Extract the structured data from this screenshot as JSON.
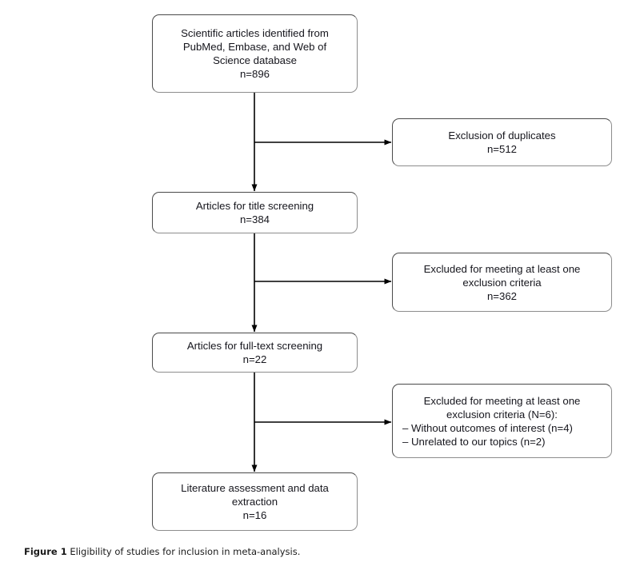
{
  "figure": {
    "caption_label": "Figure 1",
    "caption_text": "Eligibility of studies for inclusion in meta-analysis.",
    "line_color": "#000000",
    "box_border_color": "#4a4a4a",
    "text_color": "#16161d",
    "background_color": "#ffffff"
  },
  "nodes": {
    "identified": {
      "lines": [
        "Scientific articles identified from",
        "PubMed, Embase, and Web of",
        "Science database",
        "n=896"
      ],
      "count_label": "n=896",
      "count": 896
    },
    "duplicates": {
      "lines": [
        "Exclusion of duplicates",
        "n=512"
      ],
      "count_label": "n=512",
      "count": 512
    },
    "title_screening": {
      "lines": [
        "Articles for title screening",
        "n=384"
      ],
      "count_label": "n=384",
      "count": 384
    },
    "excluded_title": {
      "lines": [
        "Excluded for meeting at least one",
        "exclusion criteria",
        "n=362"
      ],
      "count_label": "n=362",
      "count": 362
    },
    "fulltext_screening": {
      "lines": [
        "Articles for full-text screening",
        "n=22"
      ],
      "count_label": "n=22",
      "count": 22
    },
    "excluded_fulltext": {
      "header_lines": [
        "Excluded for meeting at least one",
        "exclusion criteria (N=6):"
      ],
      "bullets": [
        "– Without outcomes of interest (n=4)",
        "– Unrelated to our topics (n=2)"
      ],
      "count_label": "N=6",
      "count": 6,
      "breakdown": [
        {
          "reason": "Without outcomes of interest",
          "count": 4
        },
        {
          "reason": "Unrelated to our topics",
          "count": 2
        }
      ]
    },
    "final": {
      "lines": [
        "Literature assessment and data",
        "extraction",
        "n=16"
      ],
      "count_label": "n=16",
      "count": 16
    }
  },
  "chart_data": {
    "type": "diagram",
    "title": "Eligibility of studies for inclusion in meta-analysis",
    "flow": "PRISMA-style study selection flowchart",
    "stages": [
      {
        "id": "identified",
        "label": "Scientific articles identified from PubMed, Embase, and Web of Science database",
        "n": 896
      },
      {
        "id": "title_screening",
        "label": "Articles for title screening",
        "n": 384
      },
      {
        "id": "fulltext_screening",
        "label": "Articles for full-text screening",
        "n": 22
      },
      {
        "id": "final",
        "label": "Literature assessment and data extraction",
        "n": 16
      }
    ],
    "exclusions": [
      {
        "id": "duplicates",
        "label": "Exclusion of duplicates",
        "n": 512,
        "from": "identified"
      },
      {
        "id": "excluded_title",
        "label": "Excluded for meeting at least one exclusion criteria",
        "n": 362,
        "from": "title_screening"
      },
      {
        "id": "excluded_fulltext",
        "label": "Excluded for meeting at least one exclusion criteria",
        "n": 6,
        "from": "fulltext_screening",
        "sub": [
          {
            "label": "Without outcomes of interest",
            "n": 4
          },
          {
            "label": "Unrelated to our topics",
            "n": 2
          }
        ]
      }
    ]
  }
}
